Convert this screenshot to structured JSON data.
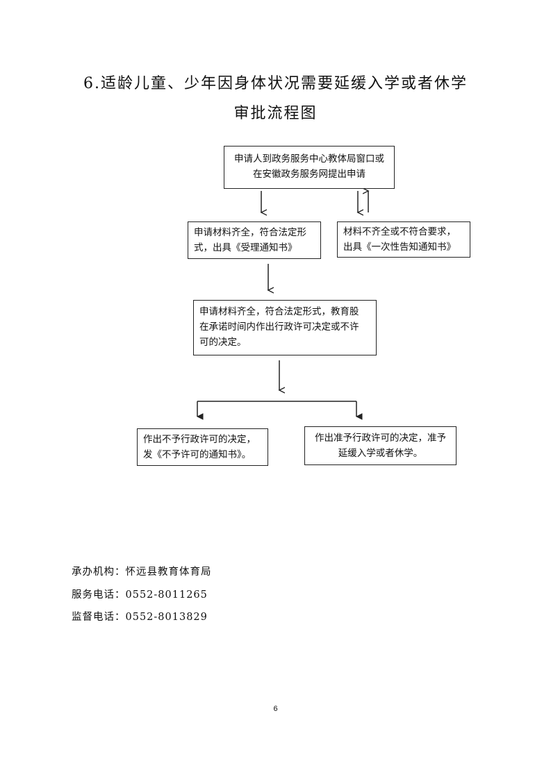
{
  "title": {
    "line1": "6.适龄儿童、少年因身体状况需要延缓入学或者休学",
    "line2": "审批流程图"
  },
  "flowchart": {
    "apply": {
      "line1": "申请人到政务服务中心教体局窗口或",
      "line2": "在安徽政务服务网提出申请"
    },
    "accept": {
      "line1": "申请材料齐全，符合法定形",
      "line2": "式，出具《受理通知书》"
    },
    "incomplete": {
      "line1": "材料不齐全或不符合要求，",
      "line2": "出具《一次性告知通知书》"
    },
    "review": {
      "line1": "申请材料齐全，符合法定形式，教育股",
      "line2": "在承诺时间内作出行政许可决定或不许",
      "line3": "可的决定。"
    },
    "deny": {
      "line1": "作出不予行政许可的决定，",
      "line2": "发《不予许可的通知书》。"
    },
    "approve": {
      "line1": "作出准予行政许可的决定，准予",
      "line2": "延缓入学或者休学。"
    }
  },
  "footer": {
    "org": "承办机构：怀远县教育体育局",
    "service_phone": "服务电话：0552-8011265",
    "supervise_phone": "监督电话：0552-8013829"
  },
  "page_number": "6"
}
